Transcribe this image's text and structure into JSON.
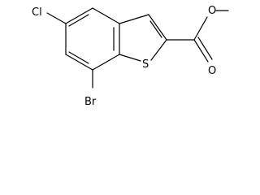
{
  "molecule": {
    "atoms": {
      "chlorine": "Cl",
      "bromine": "Br",
      "sulfur": "S",
      "ester_oxygen": "O",
      "carbonyl_oxygen": "O"
    }
  }
}
